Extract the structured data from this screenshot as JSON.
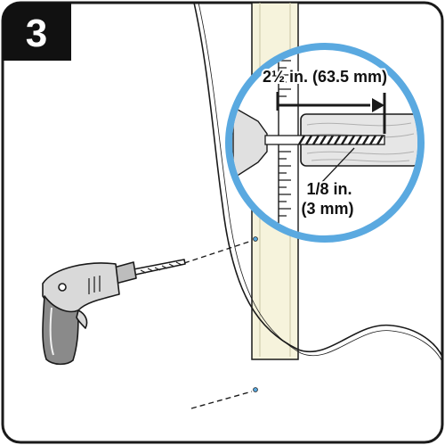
{
  "step": {
    "number": "3"
  },
  "callout": {
    "depth_label": "2½ in. (63.5 mm)",
    "diameter_label_line1": "1/8 in.",
    "diameter_label_line2": "(3 mm)"
  },
  "colors": {
    "frame": "#1a1a1a",
    "callout_ring": "#5aa9e0",
    "stud_fill": "#f6f3dc",
    "wood_fill": "#e6e6e6",
    "drill_fill": "#d9d9d9",
    "drill_dark": "#8a8a8a",
    "step_badge": "#111111"
  },
  "icons": {
    "tool": "power-drill-icon",
    "ruler": "ruler-scale-icon"
  }
}
